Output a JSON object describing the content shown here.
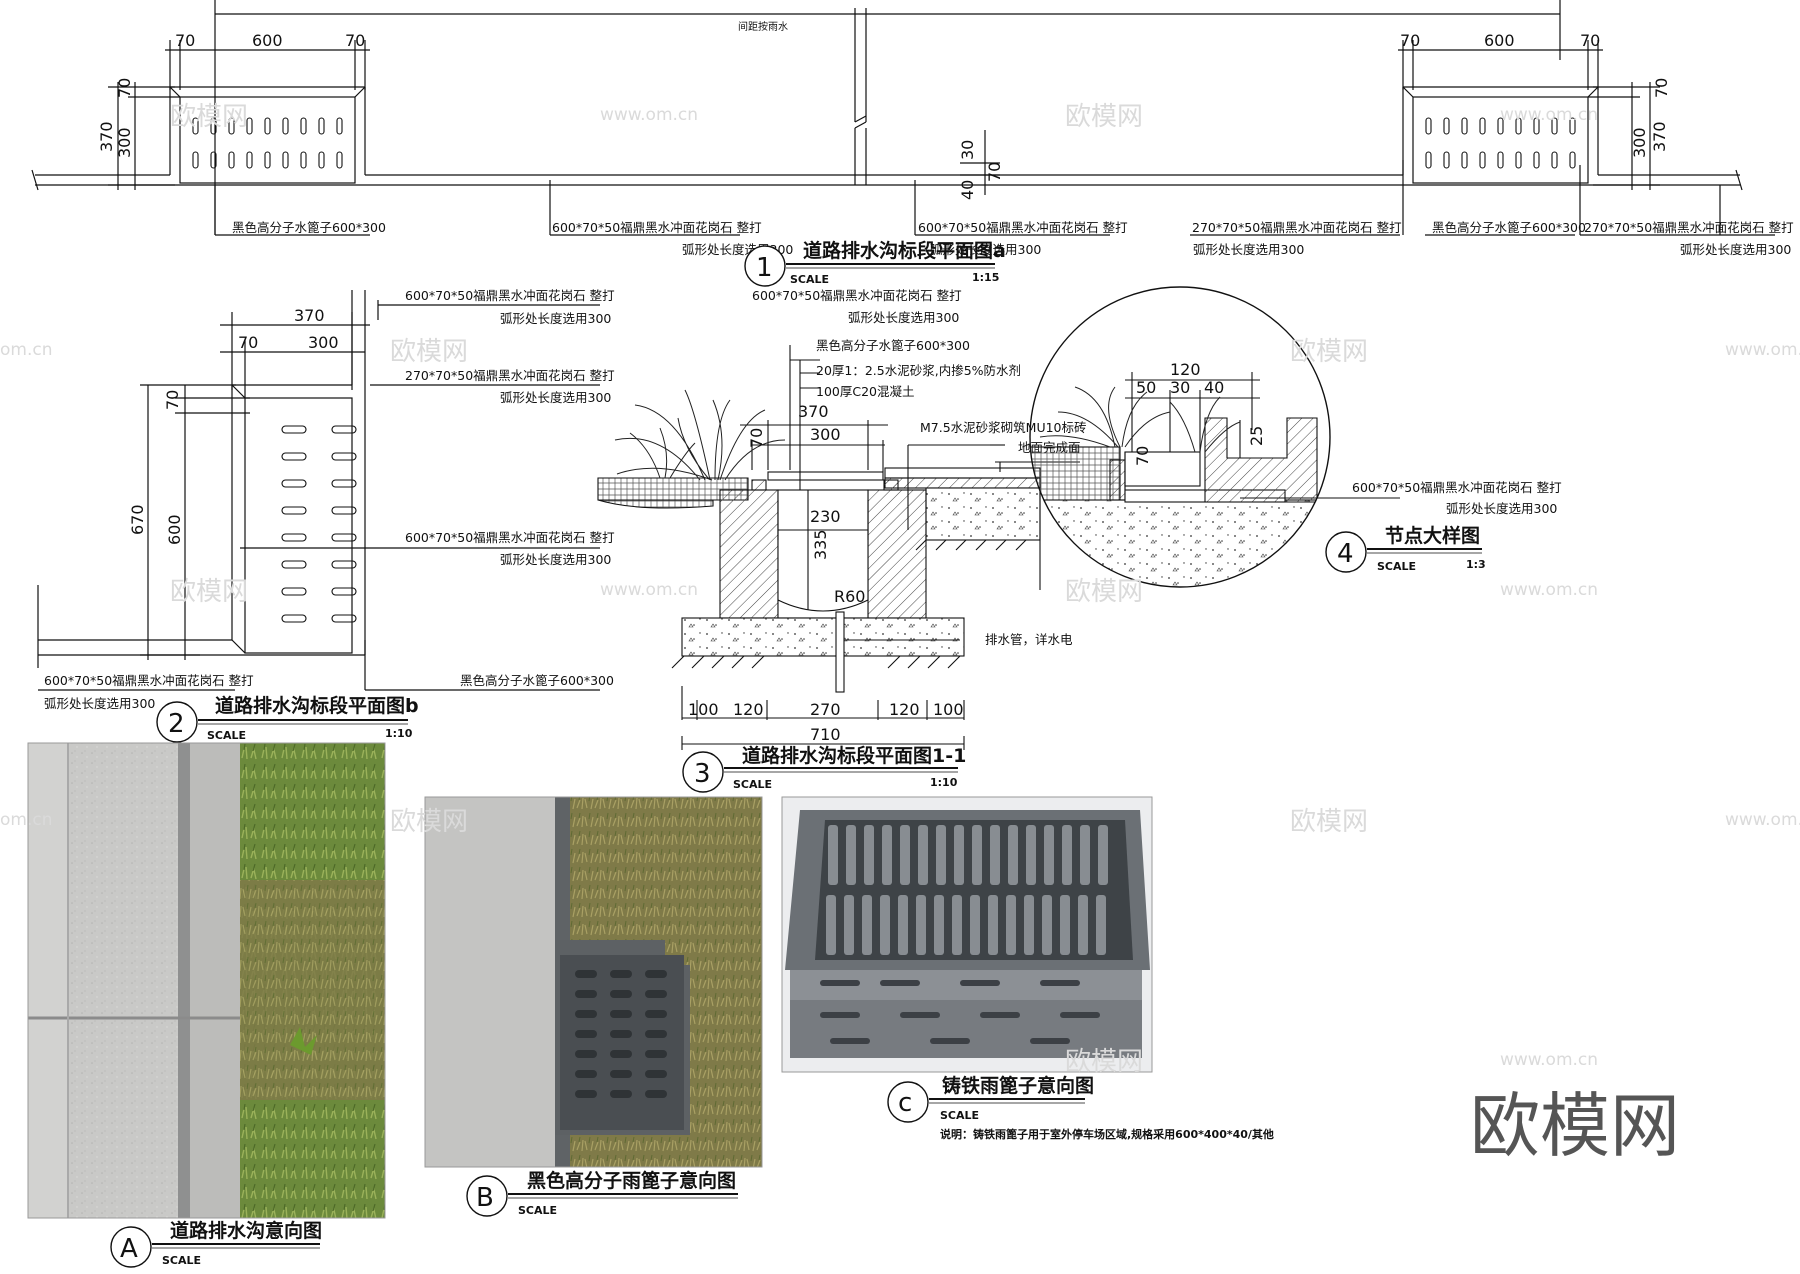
{
  "page": {
    "brand": "欧模网"
  },
  "watermarks": {
    "cn": "欧模网",
    "url": "www.om.cn",
    "url_short": "om.cn"
  },
  "plan_a": {
    "number": "1",
    "title": "道路排水沟标段平面图a",
    "scale_word": "SCALE",
    "scale_ratio": "1:15",
    "center_note": "间距按雨水",
    "dims": {
      "d70": "70",
      "d600": "600",
      "d370": "370",
      "d300": "300",
      "d30": "30",
      "d40": "40"
    },
    "labels": {
      "grate": "黑色高分子水篦子600*300",
      "stone600": "600*70*50福鼎黑水冲面花岗石  整打",
      "stone270": "270*70*50福鼎黑水冲面花岗石  整打",
      "arc": "弧形处长度选用300"
    }
  },
  "plan_b": {
    "number": "2",
    "title": "道路排水沟标段平面图b",
    "scale_word": "SCALE",
    "scale_ratio": "1:10",
    "dims": {
      "d370": "370",
      "d70": "70",
      "d300": "300",
      "d670": "670",
      "d600": "600"
    },
    "labels": {
      "stone600": "600*70*50福鼎黑水冲面花岗石  整打",
      "stone270": "270*70*50福鼎黑水冲面花岗石  整打",
      "arc": "弧形处长度选用300",
      "grate": "黑色高分子水篦子600*300"
    }
  },
  "section": {
    "number": "3",
    "title": "道路排水沟标段平面图1-1",
    "scale_word": "SCALE",
    "scale_ratio": "1:10",
    "labels": {
      "stone600": "600*70*50福鼎黑水冲面花岗石  整打",
      "arc": "弧形处长度选用300",
      "grate": "黑色高分子水篦子600*300",
      "mortar": "20厚1：2.5水泥砂浆,内掺5%防水剂",
      "concrete": "100厚C20混凝土",
      "brick": "M7.5水泥砂浆砌筑MU10标砖",
      "finish": "地面完成面",
      "pipe": "排水管，详水电"
    },
    "dims": {
      "d370": "370",
      "d300": "300",
      "d70": "70",
      "d230": "230",
      "d335": "335",
      "r60": "R60",
      "d100": "100",
      "d120": "120",
      "d270": "270",
      "d710": "710"
    }
  },
  "detail": {
    "number": "4",
    "title": "节点大样图",
    "scale_word": "SCALE",
    "scale_ratio": "1:3",
    "dims": {
      "d120": "120",
      "d50": "50",
      "d30": "30",
      "d40": "40",
      "d25": "25",
      "d70": "70"
    },
    "labels": {
      "stone600": "600*70*50福鼎黑水冲面花岗石  整打",
      "arc": "弧形处长度选用300"
    }
  },
  "photo_a": {
    "letter": "A",
    "title": "道路排水沟意向图",
    "scale_word": "SCALE"
  },
  "photo_b": {
    "letter": "B",
    "title": "黑色高分子雨篦子意向图",
    "scale_word": "SCALE"
  },
  "photo_c": {
    "letter": "c",
    "title": "铸铁雨篦子意向图",
    "scale_word": "SCALE",
    "note": "说明：铸铁雨篦子用于室外停车场区域,规格采用600*400*40/其他"
  }
}
